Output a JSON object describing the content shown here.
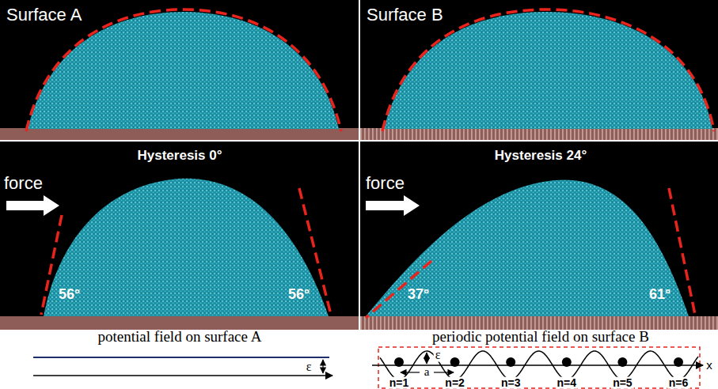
{
  "diagram": {
    "nodes": [
      {
        "text": [
          "Surface A"
        ]
      },
      {
        "text": [
          "Surface B"
        ]
      },
      {
        "text": [
          "Hysteresis 0°",
          "force",
          "56°",
          "56°"
        ]
      },
      {
        "text": [
          "Hysteresis 24°",
          "force",
          "37°",
          "61°"
        ]
      }
    ],
    "labels": [
      "potential field on surface A",
      "ε",
      "periodic potential field on surface B",
      "ε",
      "n=1",
      "n=2",
      "n=3",
      "n=4",
      "n=5",
      "n=6",
      "a",
      "x"
    ]
  }
}
